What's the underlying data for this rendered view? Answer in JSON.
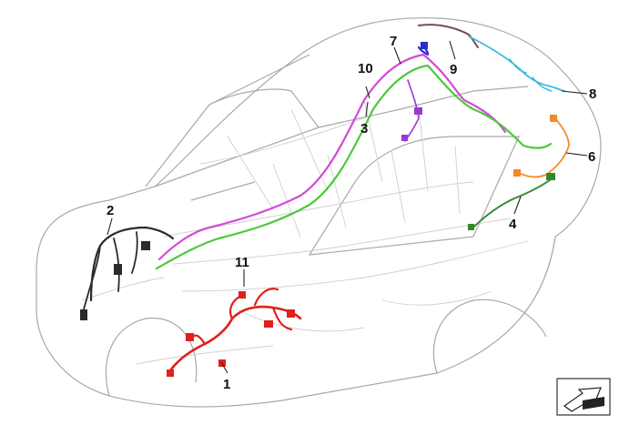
{
  "diagram": {
    "callouts": [
      {
        "id": "1",
        "label": "1"
      },
      {
        "id": "2",
        "label": "2"
      },
      {
        "id": "3",
        "label": "3"
      },
      {
        "id": "4",
        "label": "4"
      },
      {
        "id": "6",
        "label": "6"
      },
      {
        "id": "7",
        "label": "7"
      },
      {
        "id": "8",
        "label": "8"
      },
      {
        "id": "9",
        "label": "9"
      },
      {
        "id": "10",
        "label": "10"
      },
      {
        "id": "11",
        "label": "11"
      }
    ],
    "harness_colors": {
      "1": "#e0201c",
      "2": "#2b2b2b",
      "3": "#4cc93a",
      "4": "#2f8a2a",
      "6": "#f08a24",
      "7": "#2a2ad0",
      "8": "#3ab8e0",
      "9": "#7a4a5a",
      "10": "#d24ad8",
      "11": "#e0201c"
    },
    "view_icon": "view-direction-arrow-icon"
  }
}
